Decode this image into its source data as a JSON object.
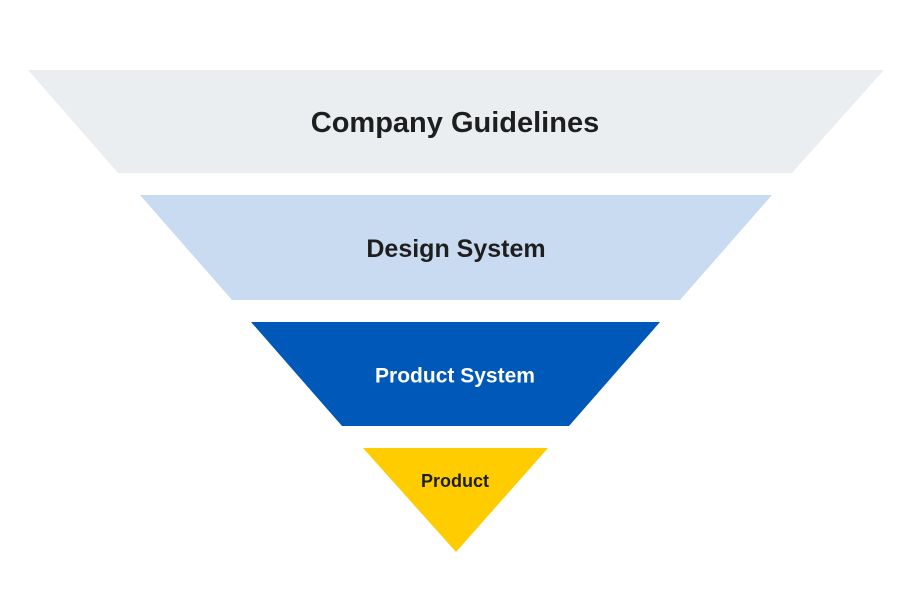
{
  "levels": [
    {
      "label": "Company Guidelines",
      "fill": "#EBEEF1",
      "text_color": "#1E1E1E"
    },
    {
      "label": "Design System",
      "fill": "#C8DBF0",
      "text_color": "#1E1E1E"
    },
    {
      "label": "Product System",
      "fill": "#0059B9",
      "text_color": "#FFFFFF"
    },
    {
      "label": "Product",
      "fill": "#FFCC00",
      "text_color": "#1E1E1E"
    }
  ]
}
